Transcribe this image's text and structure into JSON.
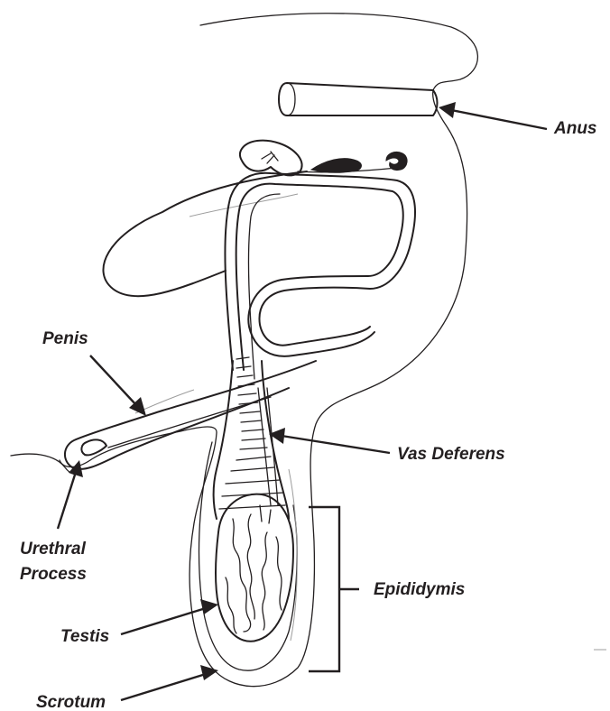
{
  "labels": {
    "anus": "Anus",
    "penis": "Penis",
    "vas_deferens": "Vas Deferens",
    "urethral_process_line1": "Urethral",
    "urethral_process_line2": "Process",
    "epididymis": "Epididymis",
    "testis": "Testis",
    "scrotum": "Scrotum"
  },
  "colors": {
    "line": "#231f20",
    "background": "#ffffff"
  }
}
